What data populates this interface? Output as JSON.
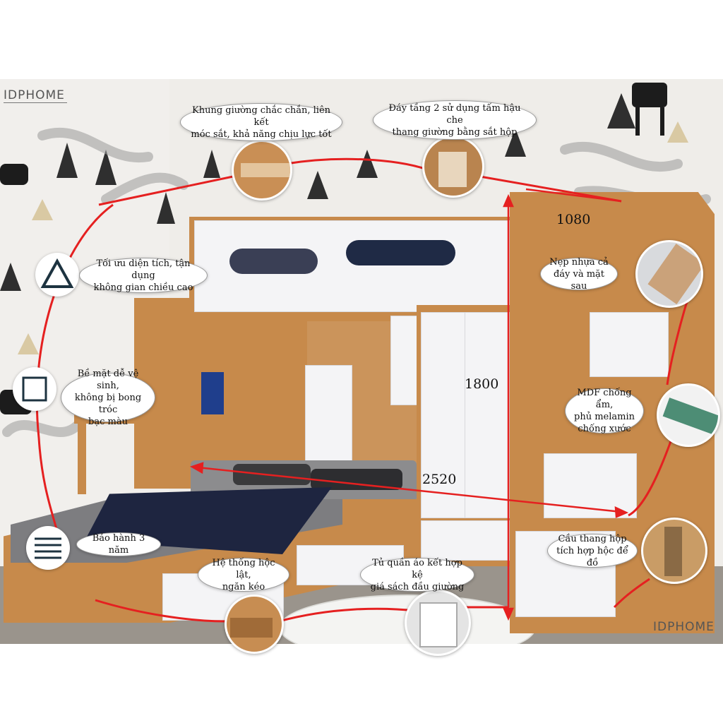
{
  "brand": {
    "logo_top": "IDPHOME",
    "logo_bottom": "IDPHOME"
  },
  "dimensions": {
    "depth": "1080",
    "height": "1800",
    "width": "2520"
  },
  "callouts": {
    "frame": {
      "line1": "Khung giường chắc chắn, liên kết",
      "line2": "móc sắt, khả năng chịu lực tốt"
    },
    "floor2": {
      "line1": "Đáy tầng 2 sử dụng tấm hậu che",
      "line2": "thang giường bằng sắt hộp"
    },
    "space": {
      "line1": "Tối ưu diện tích, tận dụng",
      "line2": "không gian chiều cao"
    },
    "edge": {
      "line1": "Nẹp nhựa cả",
      "line2": "đáy và mặt sau"
    },
    "surface": {
      "line1": "Bề mặt dễ vệ sinh,",
      "line2": "không bị bong tróc",
      "line3": "bạc màu"
    },
    "mdf": {
      "line1": "MDF chống ẩm,",
      "line2": "phủ melamin",
      "line3": "chống xước"
    },
    "warranty": {
      "line1": "Bảo hành 3 năm"
    },
    "drawer": {
      "line1": "Hệ thống hộc lật,",
      "line2": "ngăn kéo"
    },
    "wardrobe": {
      "line1": "Tủ quần áo kết hợp kệ",
      "line2": "giá sách đầu giường"
    },
    "stairs": {
      "line1": "Cầu thang hộp",
      "line2": "tích hợp hộc để đồ"
    }
  },
  "icons": [
    "triangle-icon",
    "square-icon",
    "lines-icon"
  ],
  "colors": {
    "accent_line": "#e52020",
    "wood": "#c78a4b",
    "panel": "#f4f4f6"
  }
}
